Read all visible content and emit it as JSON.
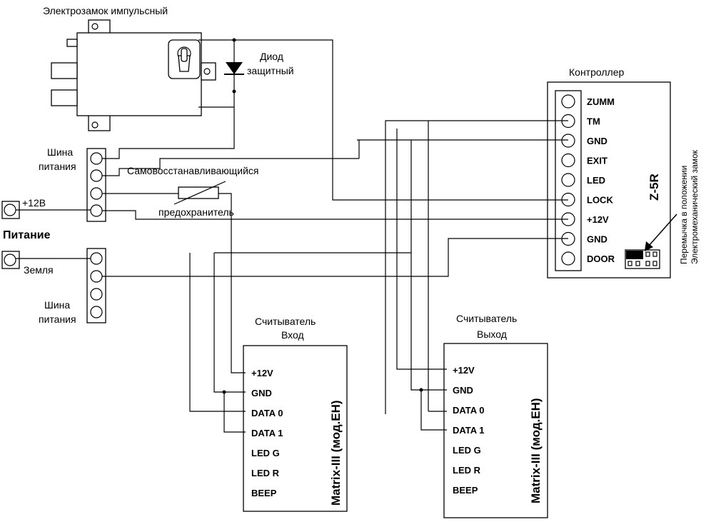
{
  "lock": {
    "title": "Электрозамок импульсный",
    "diode_label_1": "Диод",
    "diode_label_2": "защитный"
  },
  "bus_top": {
    "label_1": "Шина",
    "label_2": "питания"
  },
  "bus_bottom": {
    "label_1": "Шина",
    "label_2": "питания"
  },
  "power": {
    "title": "Питание",
    "plus_label": "+12В",
    "ground_label": "Земля"
  },
  "fuse": {
    "label_1": "Самовосстанавливающийся",
    "label_2": "предохранитель"
  },
  "controller": {
    "title": "Контроллер",
    "model": "Z-5R",
    "pins": [
      "ZUMM",
      "TM",
      "GND",
      "EXIT",
      "LED",
      "LOCK",
      "+12V",
      "GND",
      "DOOR"
    ],
    "jumper_note_1": "Перемычка в положении",
    "jumper_note_2": "Электромеханический замок"
  },
  "reader_in": {
    "title_1": "Считыватель",
    "title_2": "Вход",
    "model": "Matrix-III (мод.EH)",
    "pins": [
      "+12V",
      "GND",
      "DATA 0",
      "DATA 1",
      "LED G",
      "LED R",
      "BEEP"
    ]
  },
  "reader_out": {
    "title_1": "Считыватель",
    "title_2": "Выход",
    "model": "Matrix-III (мод.EH)",
    "pins": [
      "+12V",
      "GND",
      "DATA 0",
      "DATA 1",
      "LED G",
      "LED R",
      "BEEP"
    ]
  }
}
